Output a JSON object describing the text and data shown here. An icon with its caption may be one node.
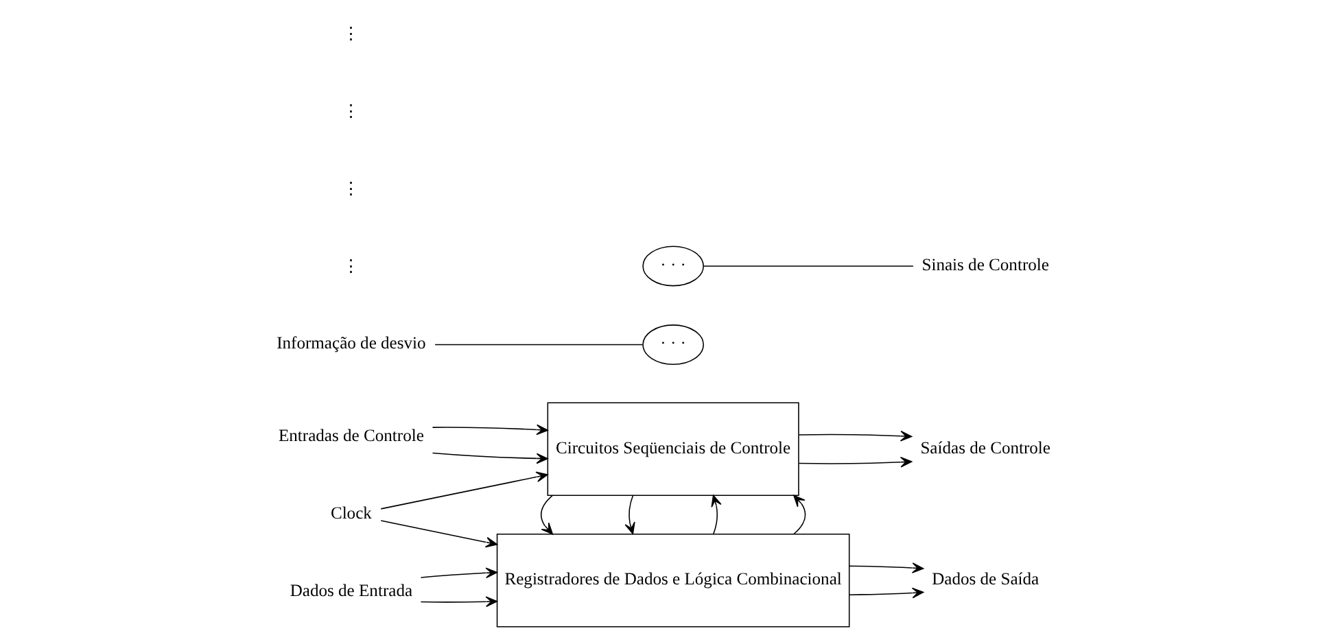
{
  "diagram": {
    "nodes": [
      {
        "text": [
          "Registradores de Dados e Lógica Combinacional"
        ]
      },
      {
        "text": [
          "Circuitos Seqüenciais de Controle"
        ]
      },
      {
        "text": [
          "Dados de Entrada"
        ]
      },
      {
        "text": [
          "Dados de Saída"
        ]
      },
      {
        "text": [
          "Clock"
        ]
      },
      {
        "text": [
          "Entradas de Controle"
        ]
      },
      {
        "text": [
          "Saídas de Controle"
        ]
      },
      {
        "text": [
          "Informação de desvio"
        ]
      },
      {
        "text": [
          "· · ·"
        ]
      },
      {
        "text": [
          "· · ·"
        ]
      },
      {
        "text": [
          "Sinais de Controle"
        ]
      }
    ],
    "edges": [
      {
        "from": 2,
        "to": 0,
        "arrow": "to"
      },
      {
        "from": 2,
        "to": 0,
        "arrow": "to"
      },
      {
        "from": 0,
        "to": 3,
        "arrow": "to"
      },
      {
        "from": 0,
        "to": 3,
        "arrow": "to"
      },
      {
        "from": 4,
        "to": 0,
        "arrow": "to"
      },
      {
        "from": 4,
        "to": 1,
        "arrow": "to"
      },
      {
        "from": 5,
        "to": 1,
        "arrow": "to"
      },
      {
        "from": 5,
        "to": 1,
        "arrow": "to"
      },
      {
        "from": 1,
        "to": 6,
        "arrow": "to"
      },
      {
        "from": 1,
        "to": 6,
        "arrow": "to"
      },
      {
        "from": 0,
        "to": 1,
        "arrow": "to"
      },
      {
        "from": 0,
        "to": 1,
        "arrow": "to"
      },
      {
        "from": 1,
        "to": 0,
        "arrow": "to"
      },
      {
        "from": 1,
        "to": 0,
        "arrow": "to"
      },
      {
        "from": 7,
        "to": 8,
        "arrow": "none"
      },
      {
        "from": 10,
        "to": 9,
        "arrow": "none"
      }
    ],
    "labels": [
      "⋮",
      "⋮",
      "⋮",
      "⋮"
    ]
  }
}
